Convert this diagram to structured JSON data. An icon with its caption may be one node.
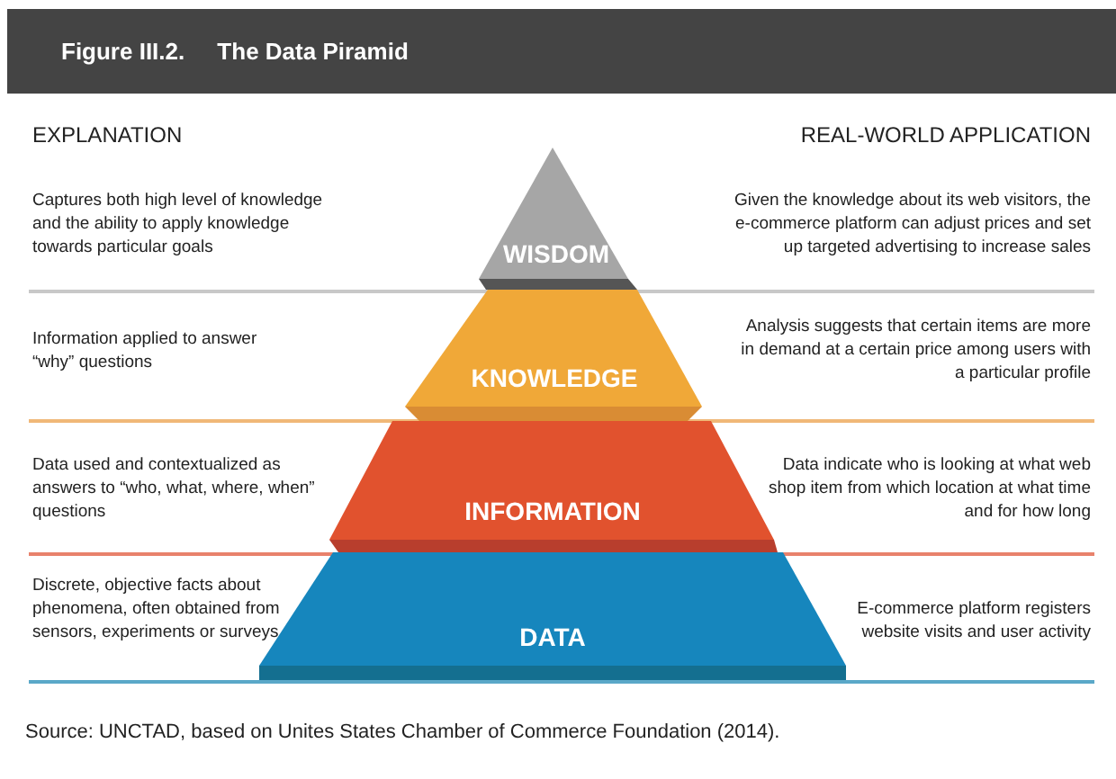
{
  "diagram": {
    "title": "Figure III.2. The Data Piramid",
    "nodes": [
      {
        "text": [
          "WISDOM"
        ]
      },
      {
        "text": [
          "KNOWLEDGE"
        ]
      },
      {
        "text": [
          "INFORMATION"
        ]
      },
      {
        "text": [
          "DATA"
        ]
      }
    ],
    "labels": [
      "EXPLANATION",
      "REAL-WORLD APPLICATION",
      "Captures both high level of knowledge and the ability to apply knowledge towards particular goals",
      "Given the knowledge about its web visitors, the e-commerce platform can adjust prices and set up targeted advertising to increase sales",
      "Information applied to answer “why” questions",
      "Analysis suggests that certain items are more in demand at a certain price among users with a particular profile",
      "Data used and contextualized as answers to “who, what, where, when” questions",
      "Data indicate who is looking at what web shop item from which location at what time and for how long",
      "Discrete, objective facts about phenomena, often obtained from sensors, experiments or surveys",
      "E-commerce platform registers website visits and user activity"
    ],
    "caption": "Source: UNCTAD, based on Unites States Chamber of Commerce Foundation (2014)."
  }
}
